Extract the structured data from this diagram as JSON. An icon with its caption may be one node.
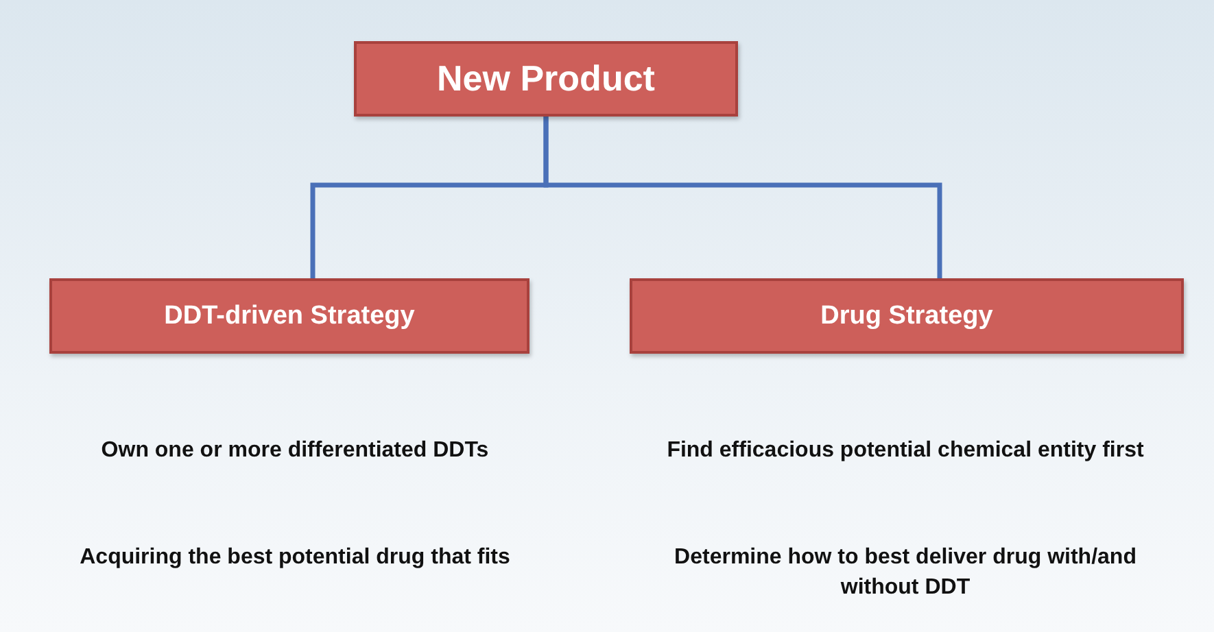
{
  "diagram": {
    "nodes": [
      {
        "text": [
          "New Product"
        ]
      },
      {
        "text": [
          "DDT-driven Strategy"
        ]
      },
      {
        "text": [
          "Drug Strategy"
        ]
      }
    ],
    "edges": [
      {
        "from": 0,
        "to": 1,
        "arrow": "none"
      },
      {
        "from": 0,
        "to": 2,
        "arrow": "none"
      }
    ],
    "labels": [
      "Own one or more differentiated DDTs",
      "Acquiring the best potential drug that fits",
      "Find efficacious potential chemical entity first",
      "Determine how to best deliver drug with/and without DDT"
    ]
  }
}
